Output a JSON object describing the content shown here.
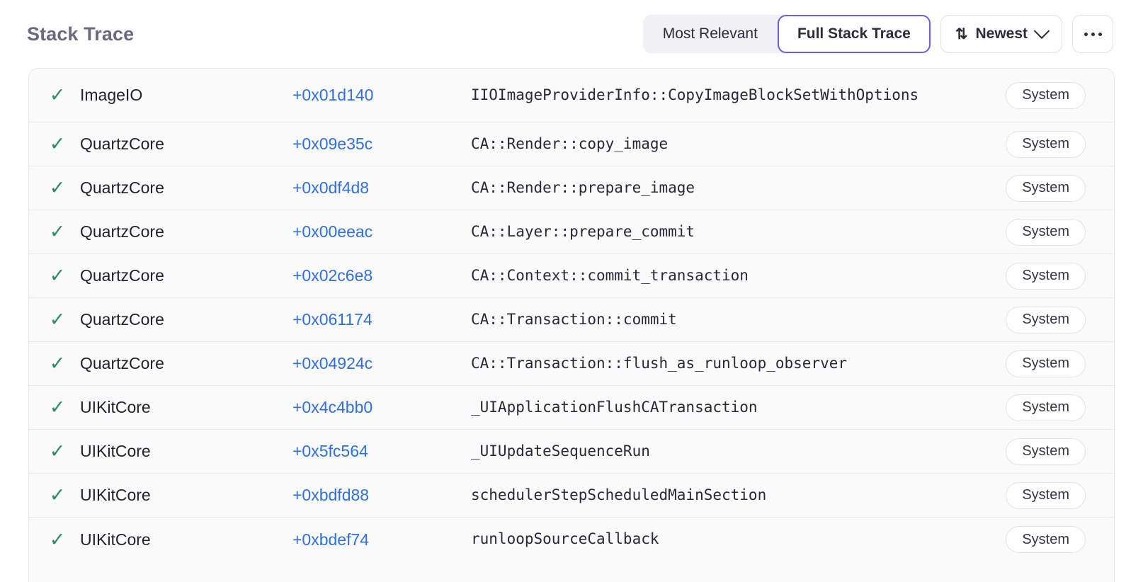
{
  "header": {
    "title": "Stack Trace",
    "view_toggle": {
      "options": [
        "Most Relevant",
        "Full Stack Trace"
      ],
      "most_relevant_label": "Most Relevant",
      "full_stack_trace_label": "Full Stack Trace",
      "selected": "Full Stack Trace"
    },
    "sort": {
      "label": "Newest",
      "icon": "sort-arrows-icon",
      "chevron": "chevron-down-icon"
    },
    "overflow": {
      "icon": "ellipsis-icon",
      "label": "..."
    }
  },
  "accent_colors": {
    "active_border": "#6c5ce7",
    "segment_background": "#f1f0f5",
    "checkmark_green": "#2f8a6b",
    "offset_blue": "#2f6fe0",
    "title_gray": "#6b6880",
    "row_background": "#fafafb",
    "row_border": "#e9e7ee"
  },
  "stack_frames": [
    {
      "status_icon": "check-icon",
      "module": "ImageIO",
      "offset": "+0x01d140",
      "symbol": "IIOImageProviderInfo::CopyImageBlockSetWithOptions",
      "tag": "System",
      "wraps": true
    },
    {
      "status_icon": "check-icon",
      "module": "QuartzCore",
      "offset": "+0x09e35c",
      "symbol": "CA::Render::copy_image",
      "tag": "System",
      "wraps": false
    },
    {
      "status_icon": "check-icon",
      "module": "QuartzCore",
      "offset": "+0x0df4d8",
      "symbol": "CA::Render::prepare_image",
      "tag": "System",
      "wraps": false
    },
    {
      "status_icon": "check-icon",
      "module": "QuartzCore",
      "offset": "+0x00eeac",
      "symbol": "CA::Layer::prepare_commit",
      "tag": "System",
      "wraps": false
    },
    {
      "status_icon": "check-icon",
      "module": "QuartzCore",
      "offset": "+0x02c6e8",
      "symbol": "CA::Context::commit_transaction",
      "tag": "System",
      "wraps": false
    },
    {
      "status_icon": "check-icon",
      "module": "QuartzCore",
      "offset": "+0x061174",
      "symbol": "CA::Transaction::commit",
      "tag": "System",
      "wraps": false
    },
    {
      "status_icon": "check-icon",
      "module": "QuartzCore",
      "offset": "+0x04924c",
      "symbol": "CA::Transaction::flush_as_runloop_observer",
      "tag": "System",
      "wraps": false
    },
    {
      "status_icon": "check-icon",
      "module": "UIKitCore",
      "offset": "+0x4c4bb0",
      "symbol": "_UIApplicationFlushCATransaction",
      "tag": "System",
      "wraps": false
    },
    {
      "status_icon": "check-icon",
      "module": "UIKitCore",
      "offset": "+0x5fc564",
      "symbol": "_UIUpdateSequenceRun",
      "tag": "System",
      "wraps": false
    },
    {
      "status_icon": "check-icon",
      "module": "UIKitCore",
      "offset": "+0xbdfd88",
      "symbol": "schedulerStepScheduledMainSection",
      "tag": "System",
      "wraps": false
    },
    {
      "status_icon": "check-icon",
      "module": "UIKitCore",
      "offset": "+0xbdef74",
      "symbol": "runloopSourceCallback",
      "tag": "System",
      "wraps": false
    }
  ]
}
